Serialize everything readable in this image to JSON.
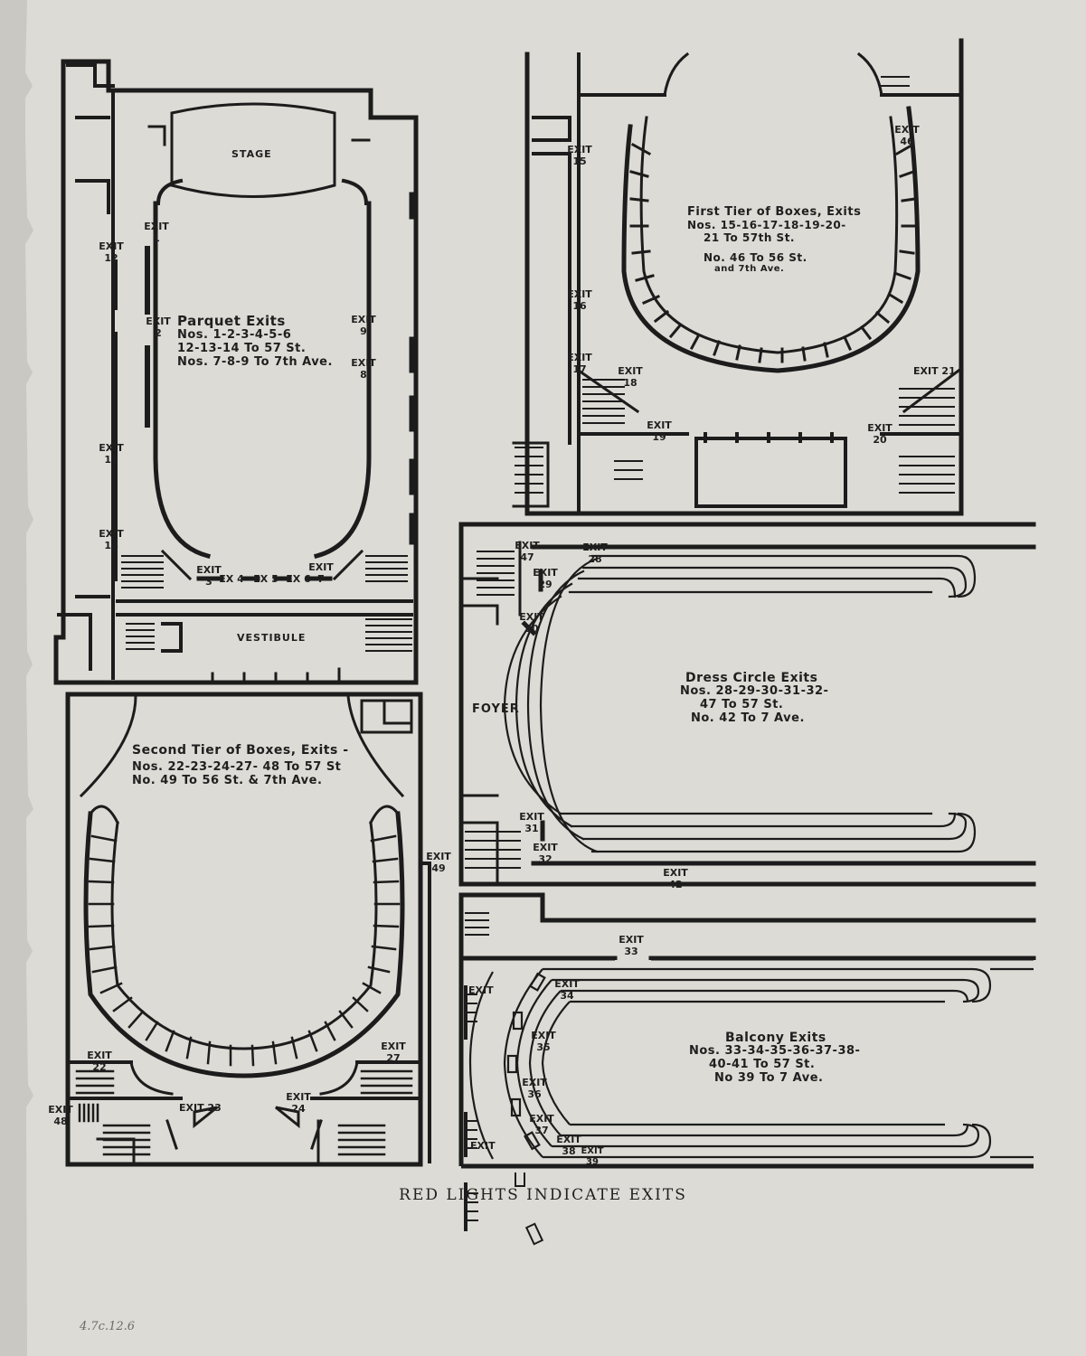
{
  "footer": "RED LIGHTS INDICATE EXITS",
  "archive_mark": "4.7c.12.6",
  "parquet": {
    "title": "Parquet Exits",
    "lines": [
      "Nos. 1-2-3-4-5-6",
      "12-13-14 To 57 St.",
      "Nos. 7-8-9 To 7th Ave."
    ],
    "stage": "STAGE",
    "vestibule": "VESTIBULE",
    "exits": [
      "EXIT 1",
      "EXIT 2",
      "EXIT 3",
      "EX 4",
      "EX 5",
      "EX 6",
      "EXIT 7",
      "EXIT 8",
      "EXIT 9",
      "EXIT 12",
      "EXIT 13",
      "EXIT 14"
    ]
  },
  "first_tier": {
    "title": "First Tier of Boxes, Exits",
    "lines": [
      "Nos. 15-16-17-18-19-20-",
      "21 To 57th St.",
      "No. 46 To 56 St.",
      "and 7th Ave."
    ],
    "exits": [
      "EXIT 15",
      "EXIT 16",
      "EXIT 17",
      "EXIT 18",
      "EXIT 19",
      "EXIT 20",
      "EXIT 21",
      "EXIT 46"
    ]
  },
  "dress_circle": {
    "title": "Dress Circle Exits",
    "lines": [
      "Nos. 28-29-30-31-32-",
      "47 To 57 St.",
      "No. 42 To 7 Ave."
    ],
    "foyer": "FOYER",
    "exits": [
      "EXIT 47",
      "EXIT 28",
      "EXIT 29",
      "EXIT 30",
      "EXIT 31",
      "EXIT 32",
      "EXIT 42"
    ]
  },
  "second_tier": {
    "title": "Second Tier of Boxes, Exits -",
    "lines": [
      "Nos. 22-23-24-27- 48 To 57 St",
      "No. 49 To 56 St. & 7th Ave."
    ],
    "exits": [
      "EXIT 49",
      "EXIT 22",
      "EXIT 27",
      "EXIT 48",
      "EXIT 23",
      "EXIT 24"
    ]
  },
  "balcony": {
    "title": "Balcony Exits",
    "lines": [
      "Nos. 33-34-35-36-37-38-",
      "40-41 To 57 St.",
      "No 39 To 7 Ave."
    ],
    "exits": [
      "EXIT 33",
      "EXIT",
      "EXIT 34",
      "EXIT 35",
      "EXIT 36",
      "EXIT 37",
      "EXIT",
      "EXIT 38",
      "EXIT 39"
    ]
  }
}
